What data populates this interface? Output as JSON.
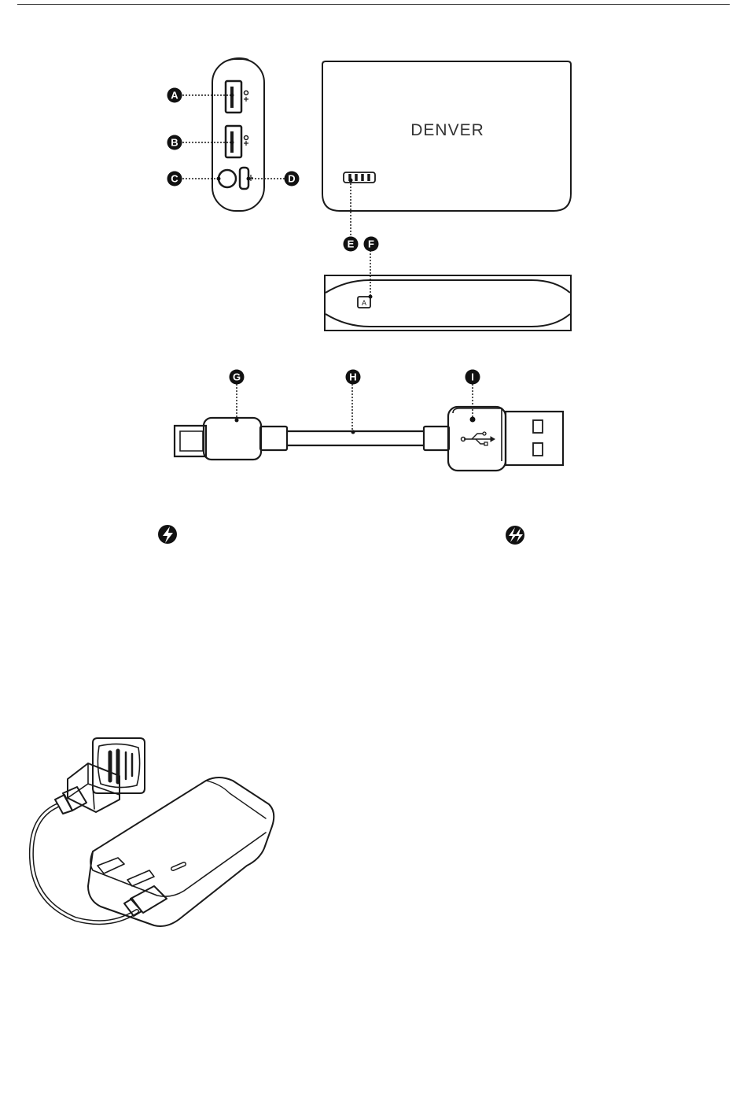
{
  "figure_labels": {
    "a": "A",
    "b": "B",
    "c": "C",
    "d": "D",
    "e": "E",
    "f": "F",
    "g": "G",
    "h": "H",
    "i": "I"
  },
  "brand": "DENVER",
  "icons": {
    "top_view": "power-bank-top-ports",
    "front_view": "power-bank-front",
    "side_view": "power-bank-side-button",
    "cable": "usb-type-c-cable",
    "fast_charge": "lightning-bolt-icon",
    "super_fast_charge": "double-lightning-bolt-icon",
    "charging_illustration": "wall-charger-charging-power-bank"
  },
  "colors": {
    "line": "#1a1a1a",
    "badge": "#111111",
    "paper": "#ffffff"
  }
}
